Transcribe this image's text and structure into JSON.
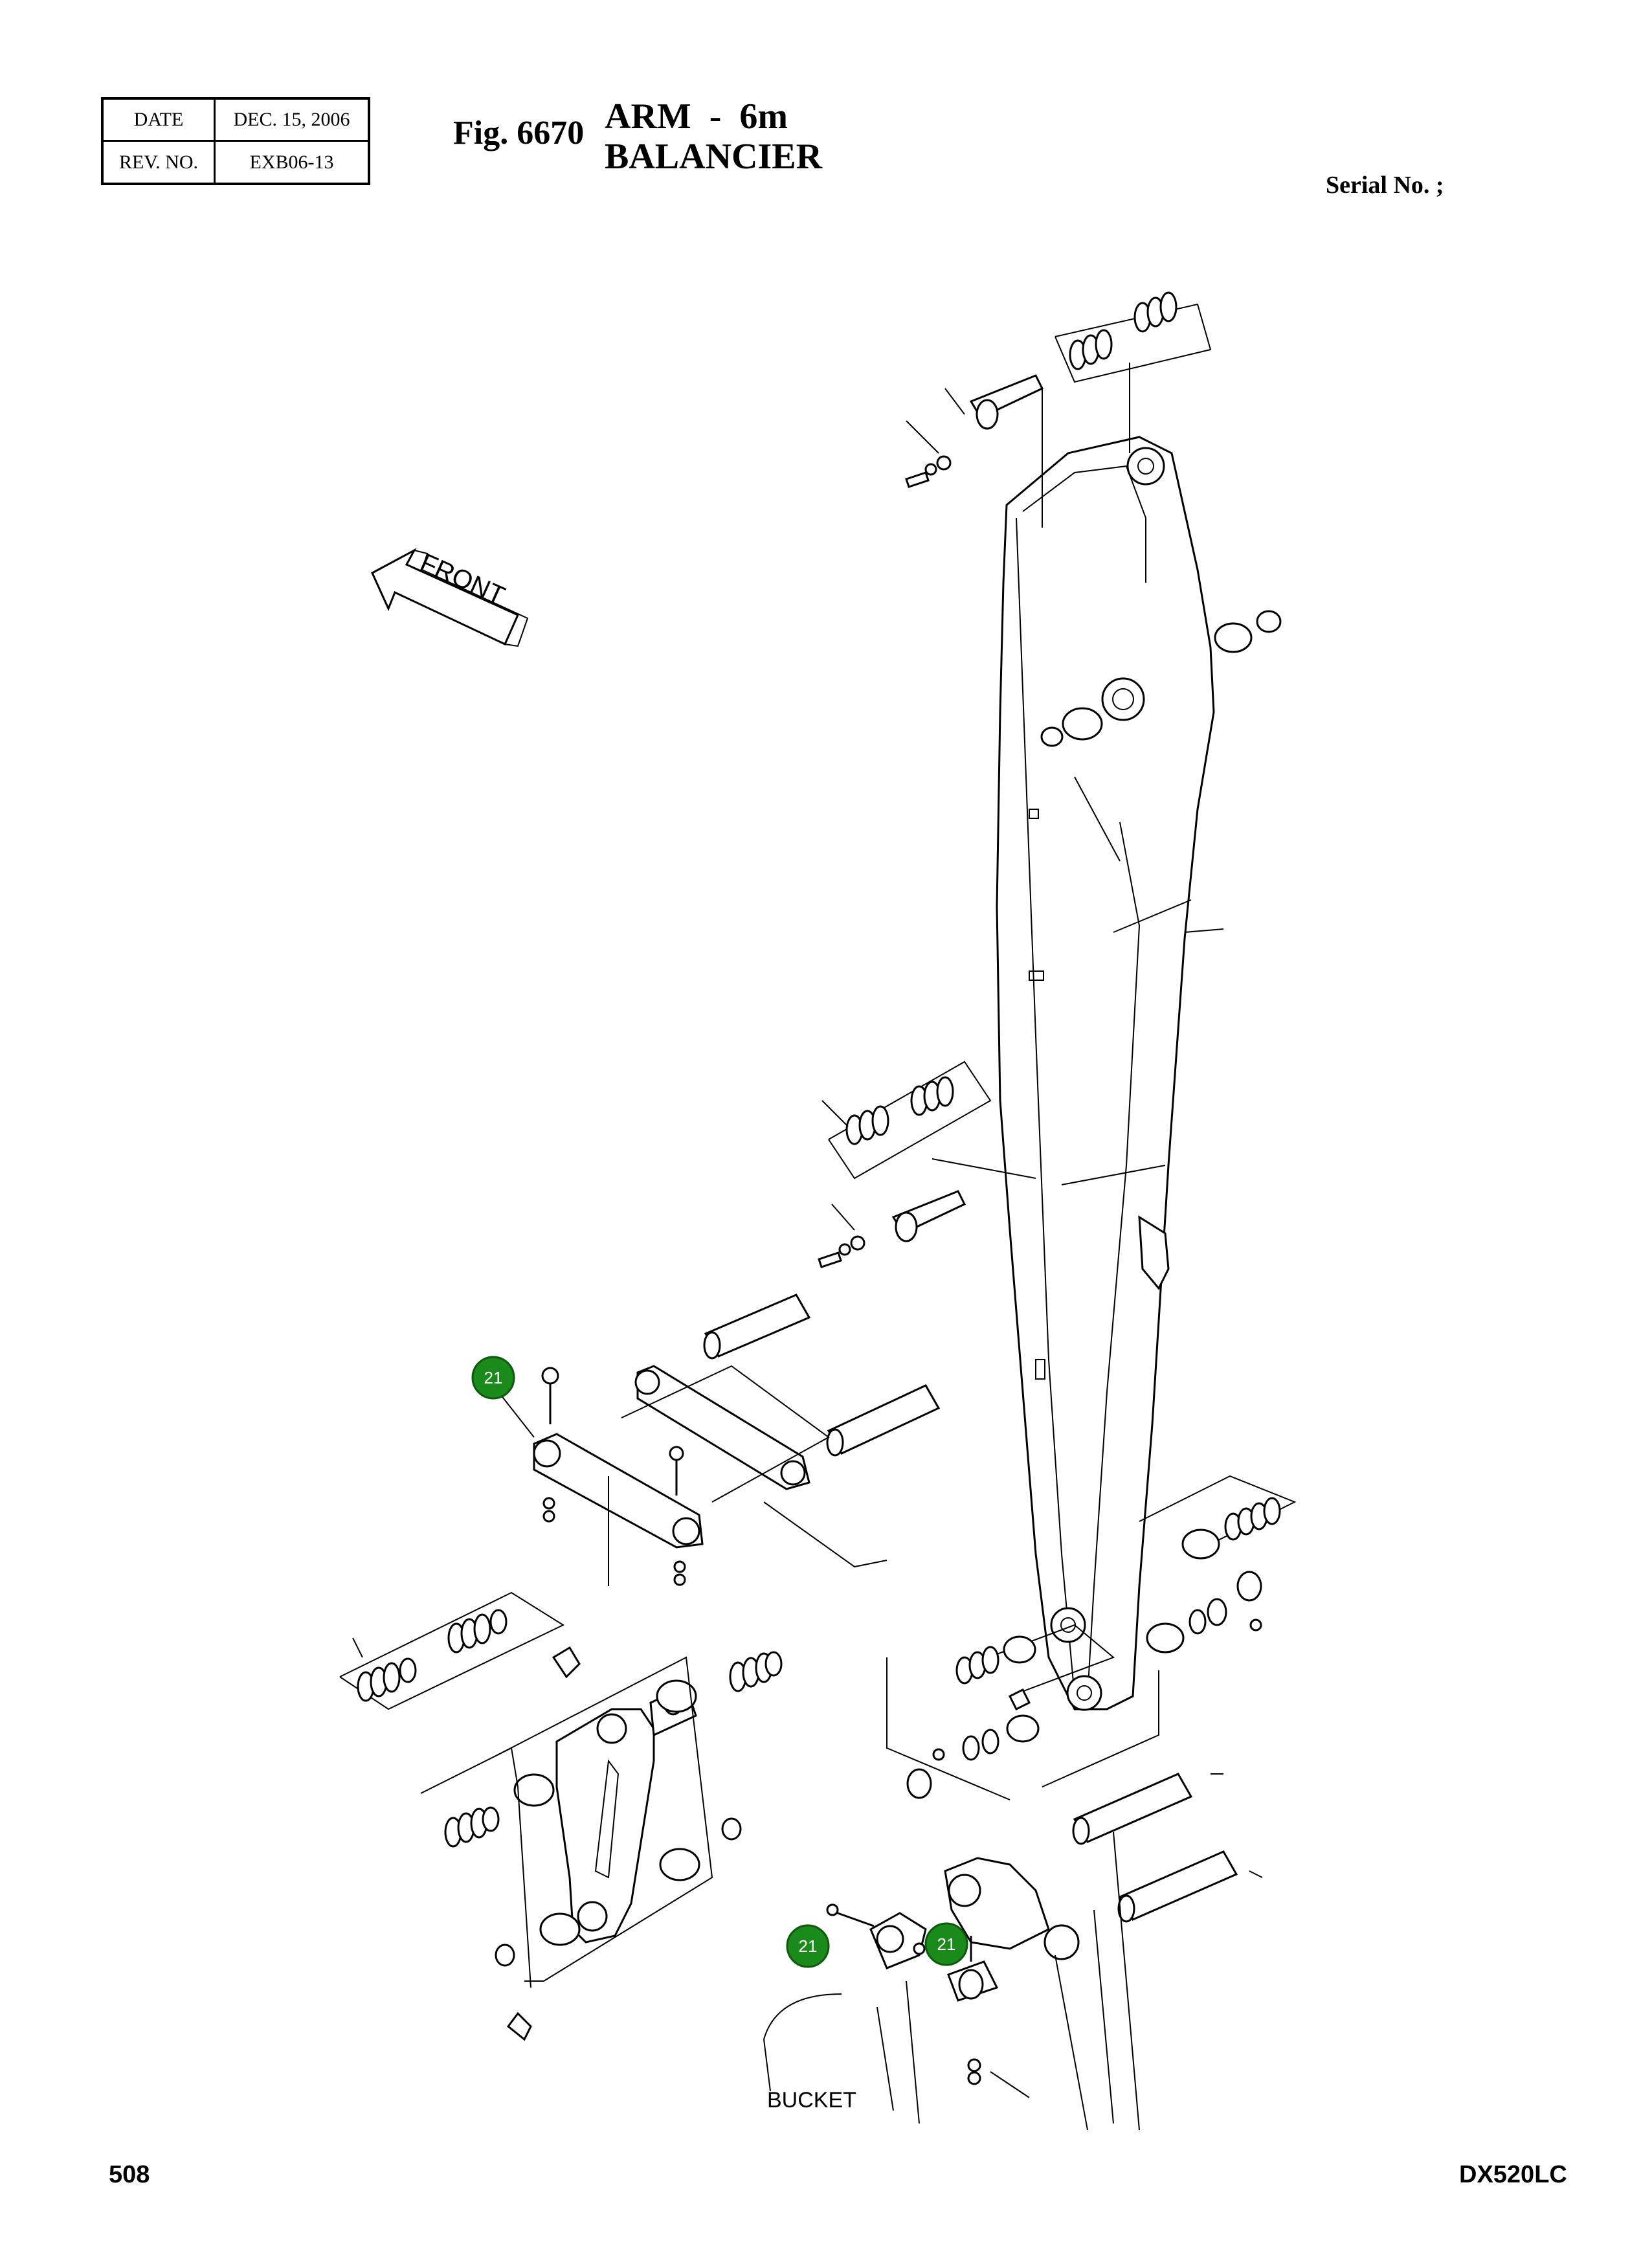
{
  "header": {
    "date_label": "DATE",
    "date_value": "DEC. 15, 2006",
    "rev_label": "REV. NO.",
    "rev_value": "EXB06-13"
  },
  "figure": {
    "number": "Fig. 6670",
    "title_line1": "ARM  -  6m",
    "title_line2": "BALANCIER"
  },
  "serial_label": "Serial No. ;",
  "diagram": {
    "front_label": "FRONT",
    "bucket_label": "BUCKET",
    "callouts": [
      "21",
      "21",
      "21"
    ],
    "callout_color": "#1a8a1a"
  },
  "footer": {
    "page_number": "508",
    "model": "DX520LC"
  }
}
